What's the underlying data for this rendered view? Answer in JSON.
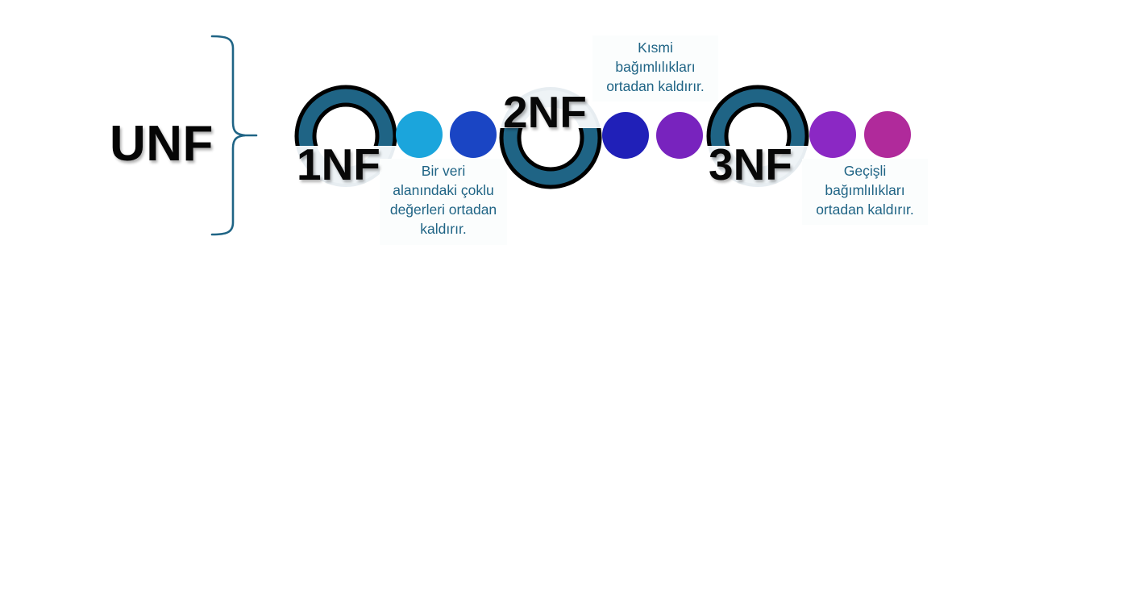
{
  "diagram": {
    "title_label": "UNF",
    "brace_color": "#1f6485",
    "ring_teal": "#1f6485",
    "ring_outline": "#000000",
    "ring_light": "#f2f6f8",
    "caption_color": "#1f6485",
    "label_color": "#080808",
    "stages": [
      {
        "id": "1nf",
        "label": "1NF",
        "caption": "Bir veri alanındaki çoklu değerleri ortadan kaldırır.",
        "caption_lines": [
          "Bir veri",
          "alanındaki çoklu",
          "değerleri ortadan",
          "kaldırır."
        ],
        "caption_position": "below",
        "ring_orientation": "teal-top",
        "dots": [
          {
            "name": "dot-light-blue",
            "color": "#1ba5dc"
          },
          {
            "name": "dot-royal-blue",
            "color": "#1a45c4"
          }
        ]
      },
      {
        "id": "2nf",
        "label": "2NF",
        "caption": "Kısmi bağımlılıkları ortadan kaldırır.",
        "caption_lines": [
          "Kısmi",
          "bağımlılıkları",
          "ortadan kaldırır."
        ],
        "caption_position": "above",
        "ring_orientation": "teal-bottom",
        "dots": [
          {
            "name": "dot-dark-blue",
            "color": "#2020b8"
          },
          {
            "name": "dot-purple",
            "color": "#7823be"
          }
        ]
      },
      {
        "id": "3nf",
        "label": "3NF",
        "caption": "Geçişli bağımlılıkları ortadan kaldırır.",
        "caption_lines": [
          "Geçişli",
          "bağımlılıkları",
          "ortadan kaldırır."
        ],
        "caption_position": "below",
        "ring_orientation": "teal-top",
        "dots": [
          {
            "name": "dot-purple",
            "color": "#8b28c4"
          },
          {
            "name": "dot-magenta",
            "color": "#b02a9b"
          }
        ]
      }
    ]
  }
}
